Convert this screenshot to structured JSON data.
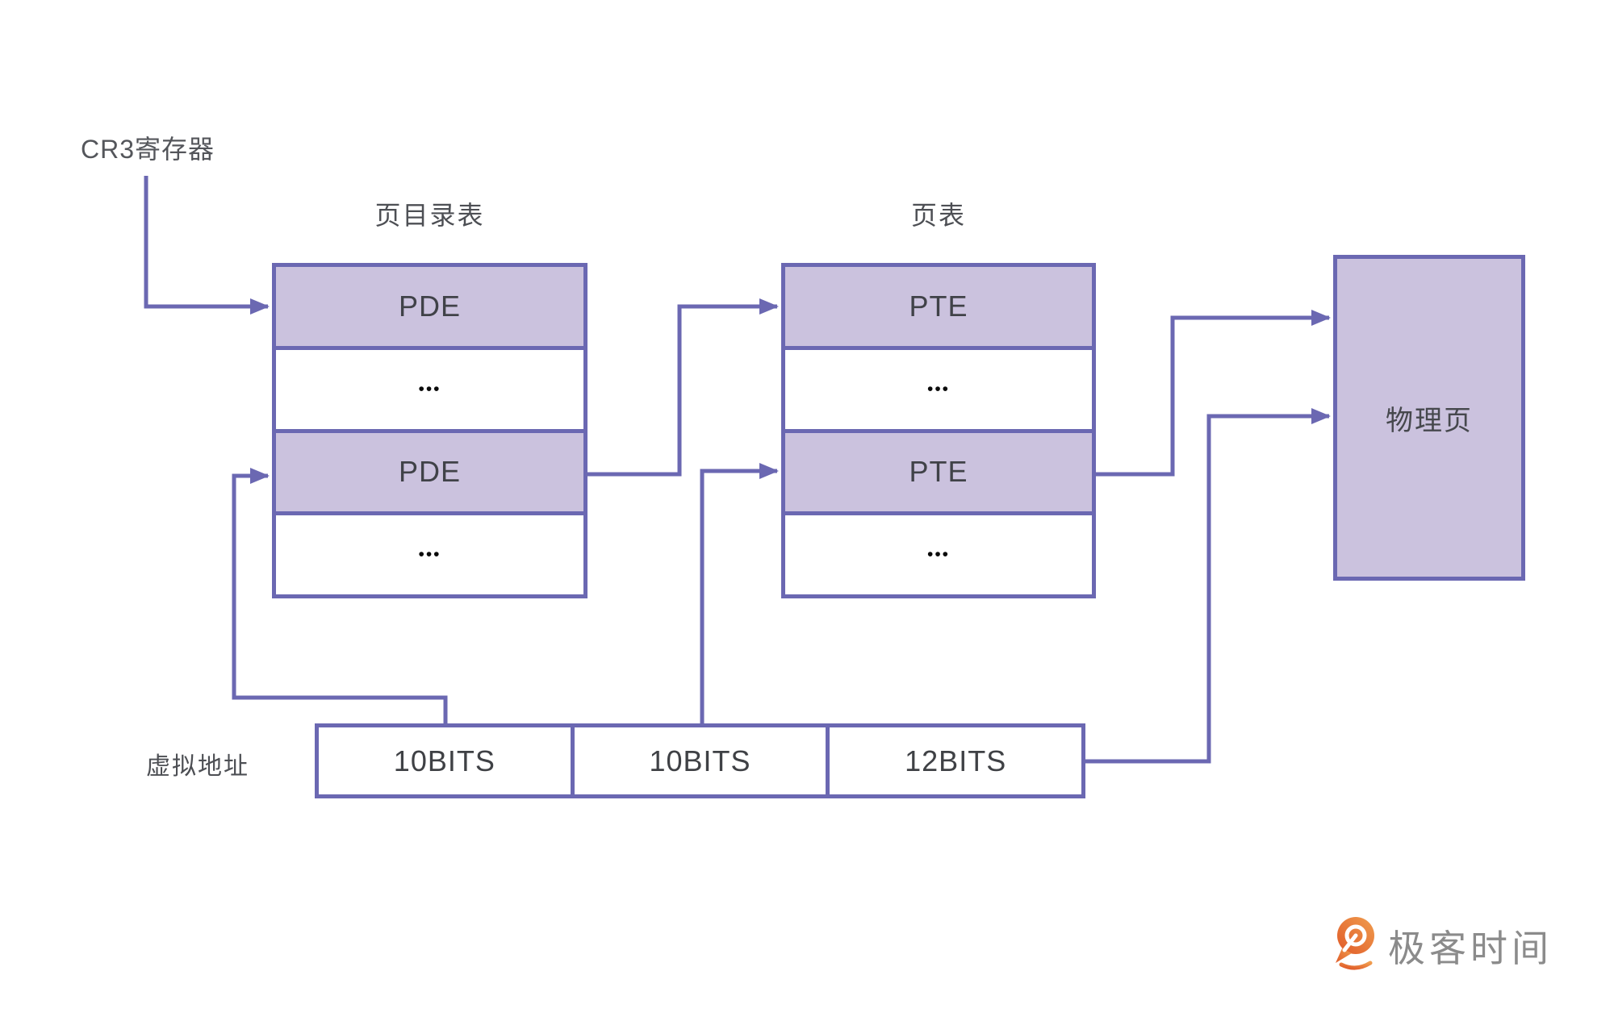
{
  "cr3": {
    "label": "CR3寄存器"
  },
  "page_directory": {
    "title": "页目录表",
    "rows": [
      "PDE",
      "•••",
      "PDE",
      "•••"
    ]
  },
  "page_table": {
    "title": "页表",
    "rows": [
      "PTE",
      "•••",
      "PTE",
      "•••"
    ]
  },
  "physical_page": {
    "label": "物理页"
  },
  "virtual_address": {
    "label": "虚拟地址",
    "fields": [
      "10BITS",
      "10BITS",
      "12BITS"
    ]
  },
  "logo": {
    "text": "极客时间"
  },
  "colors": {
    "line_purple": "#6b68b2",
    "box_fill_purple": "#cbc2de",
    "text_dark": "#4d4f54",
    "dots_black": "#0b0b0b",
    "logo_gray": "#8b8b8b",
    "logo_orange_dark": "#e05a28",
    "logo_orange_light": "#f09d4e",
    "background": "#ffffff"
  }
}
